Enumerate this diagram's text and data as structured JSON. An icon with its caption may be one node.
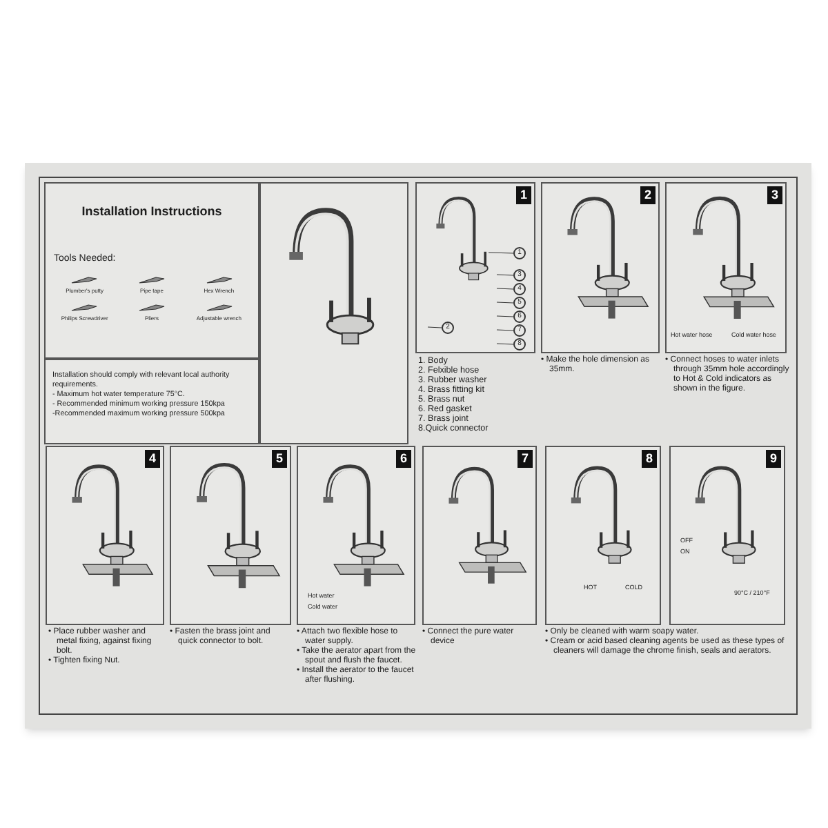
{
  "diagram": {
    "nodes": [
      {
        "text": [
          "Installation Instructions",
          "Tools Needed:",
          "Plumber's putty",
          "Pipe tape",
          "Hex Wrench",
          "Philips Screwdriver",
          "Pliers",
          "Adjustable wrench"
        ]
      },
      {
        "text": [
          "Installation should comply with relevant local authority requirements.",
          "- Maximum hot water temperature 75°C.",
          "- Recommended minimum working pressure 150kpa",
          "-Recommended maximum working pressure 500kpa"
        ]
      },
      {
        "text": [],
        "shape": "picture"
      },
      {
        "text": [
          "1"
        ],
        "beside": [
          "1. Body",
          "2. Felxible hose",
          "3. Rubber washer",
          "4. Brass fitting kit",
          "5. Brass nut",
          "6. Red gasket",
          "7. Brass joint",
          "8.Quick connector"
        ]
      },
      {
        "text": [
          "2"
        ],
        "beside": [
          "• Make the hole dimension as 35mm."
        ]
      },
      {
        "text": [
          "3",
          "Hot water hose",
          "Cold water hose"
        ],
        "beside": [
          "• Connect hoses to water inlets through 35mm hole accordingly to Hot & Cold indicators as shown in the figure."
        ]
      },
      {
        "text": [
          "4"
        ],
        "beside": [
          "• Place rubber washer and metal fixing, against fixing bolt.",
          "• Tighten fixing Nut."
        ]
      },
      {
        "text": [
          "5"
        ],
        "beside": [
          "• Fasten the brass joint and quick connector to bolt."
        ]
      },
      {
        "text": [
          "6",
          "Hot water",
          "Cold water"
        ],
        "beside": [
          "• Attach two flexible hose to water supply.",
          "• Take the aerator apart from the spout and flush the faucet.",
          "• Install the aerator to the faucet after flushing."
        ]
      },
      {
        "text": [
          "7"
        ],
        "beside": [
          "• Connect the pure water device"
        ]
      },
      {
        "text": [
          "8",
          "HOT",
          "COLD"
        ]
      },
      {
        "text": [
          "9",
          "OFF",
          "ON",
          "90°C / 210°F"
        ]
      },
      {
        "text": [
          "1"
        ],
        "in": 3
      },
      {
        "text": [
          "2"
        ],
        "in": 3
      },
      {
        "text": [
          "3"
        ],
        "in": 3
      },
      {
        "text": [
          "4"
        ],
        "in": 3
      },
      {
        "text": [
          "5"
        ],
        "in": 3
      },
      {
        "text": [
          "6"
        ],
        "in": 3
      },
      {
        "text": [
          "7"
        ],
        "in": 3
      },
      {
        "text": [
          "8"
        ],
        "in": 3
      }
    ],
    "edges": [
      {
        "from": 12,
        "to": null,
        "arrow": "none"
      },
      {
        "from": 13,
        "to": null,
        "arrow": "none"
      },
      {
        "from": 14,
        "to": null,
        "arrow": "none"
      },
      {
        "from": 15,
        "to": null,
        "arrow": "none"
      },
      {
        "from": 16,
        "to": null,
        "arrow": "none"
      },
      {
        "from": 17,
        "to": null,
        "arrow": "none"
      },
      {
        "from": 18,
        "to": null,
        "arrow": "none"
      },
      {
        "from": 19,
        "to": null,
        "arrow": "none"
      }
    ],
    "labels": [
      "• Only be cleaned with warm soapy water.",
      "• Cream or acid based cleaning agents be used as these types of cleaners will damage the chrome finish, seals and aerators."
    ]
  }
}
